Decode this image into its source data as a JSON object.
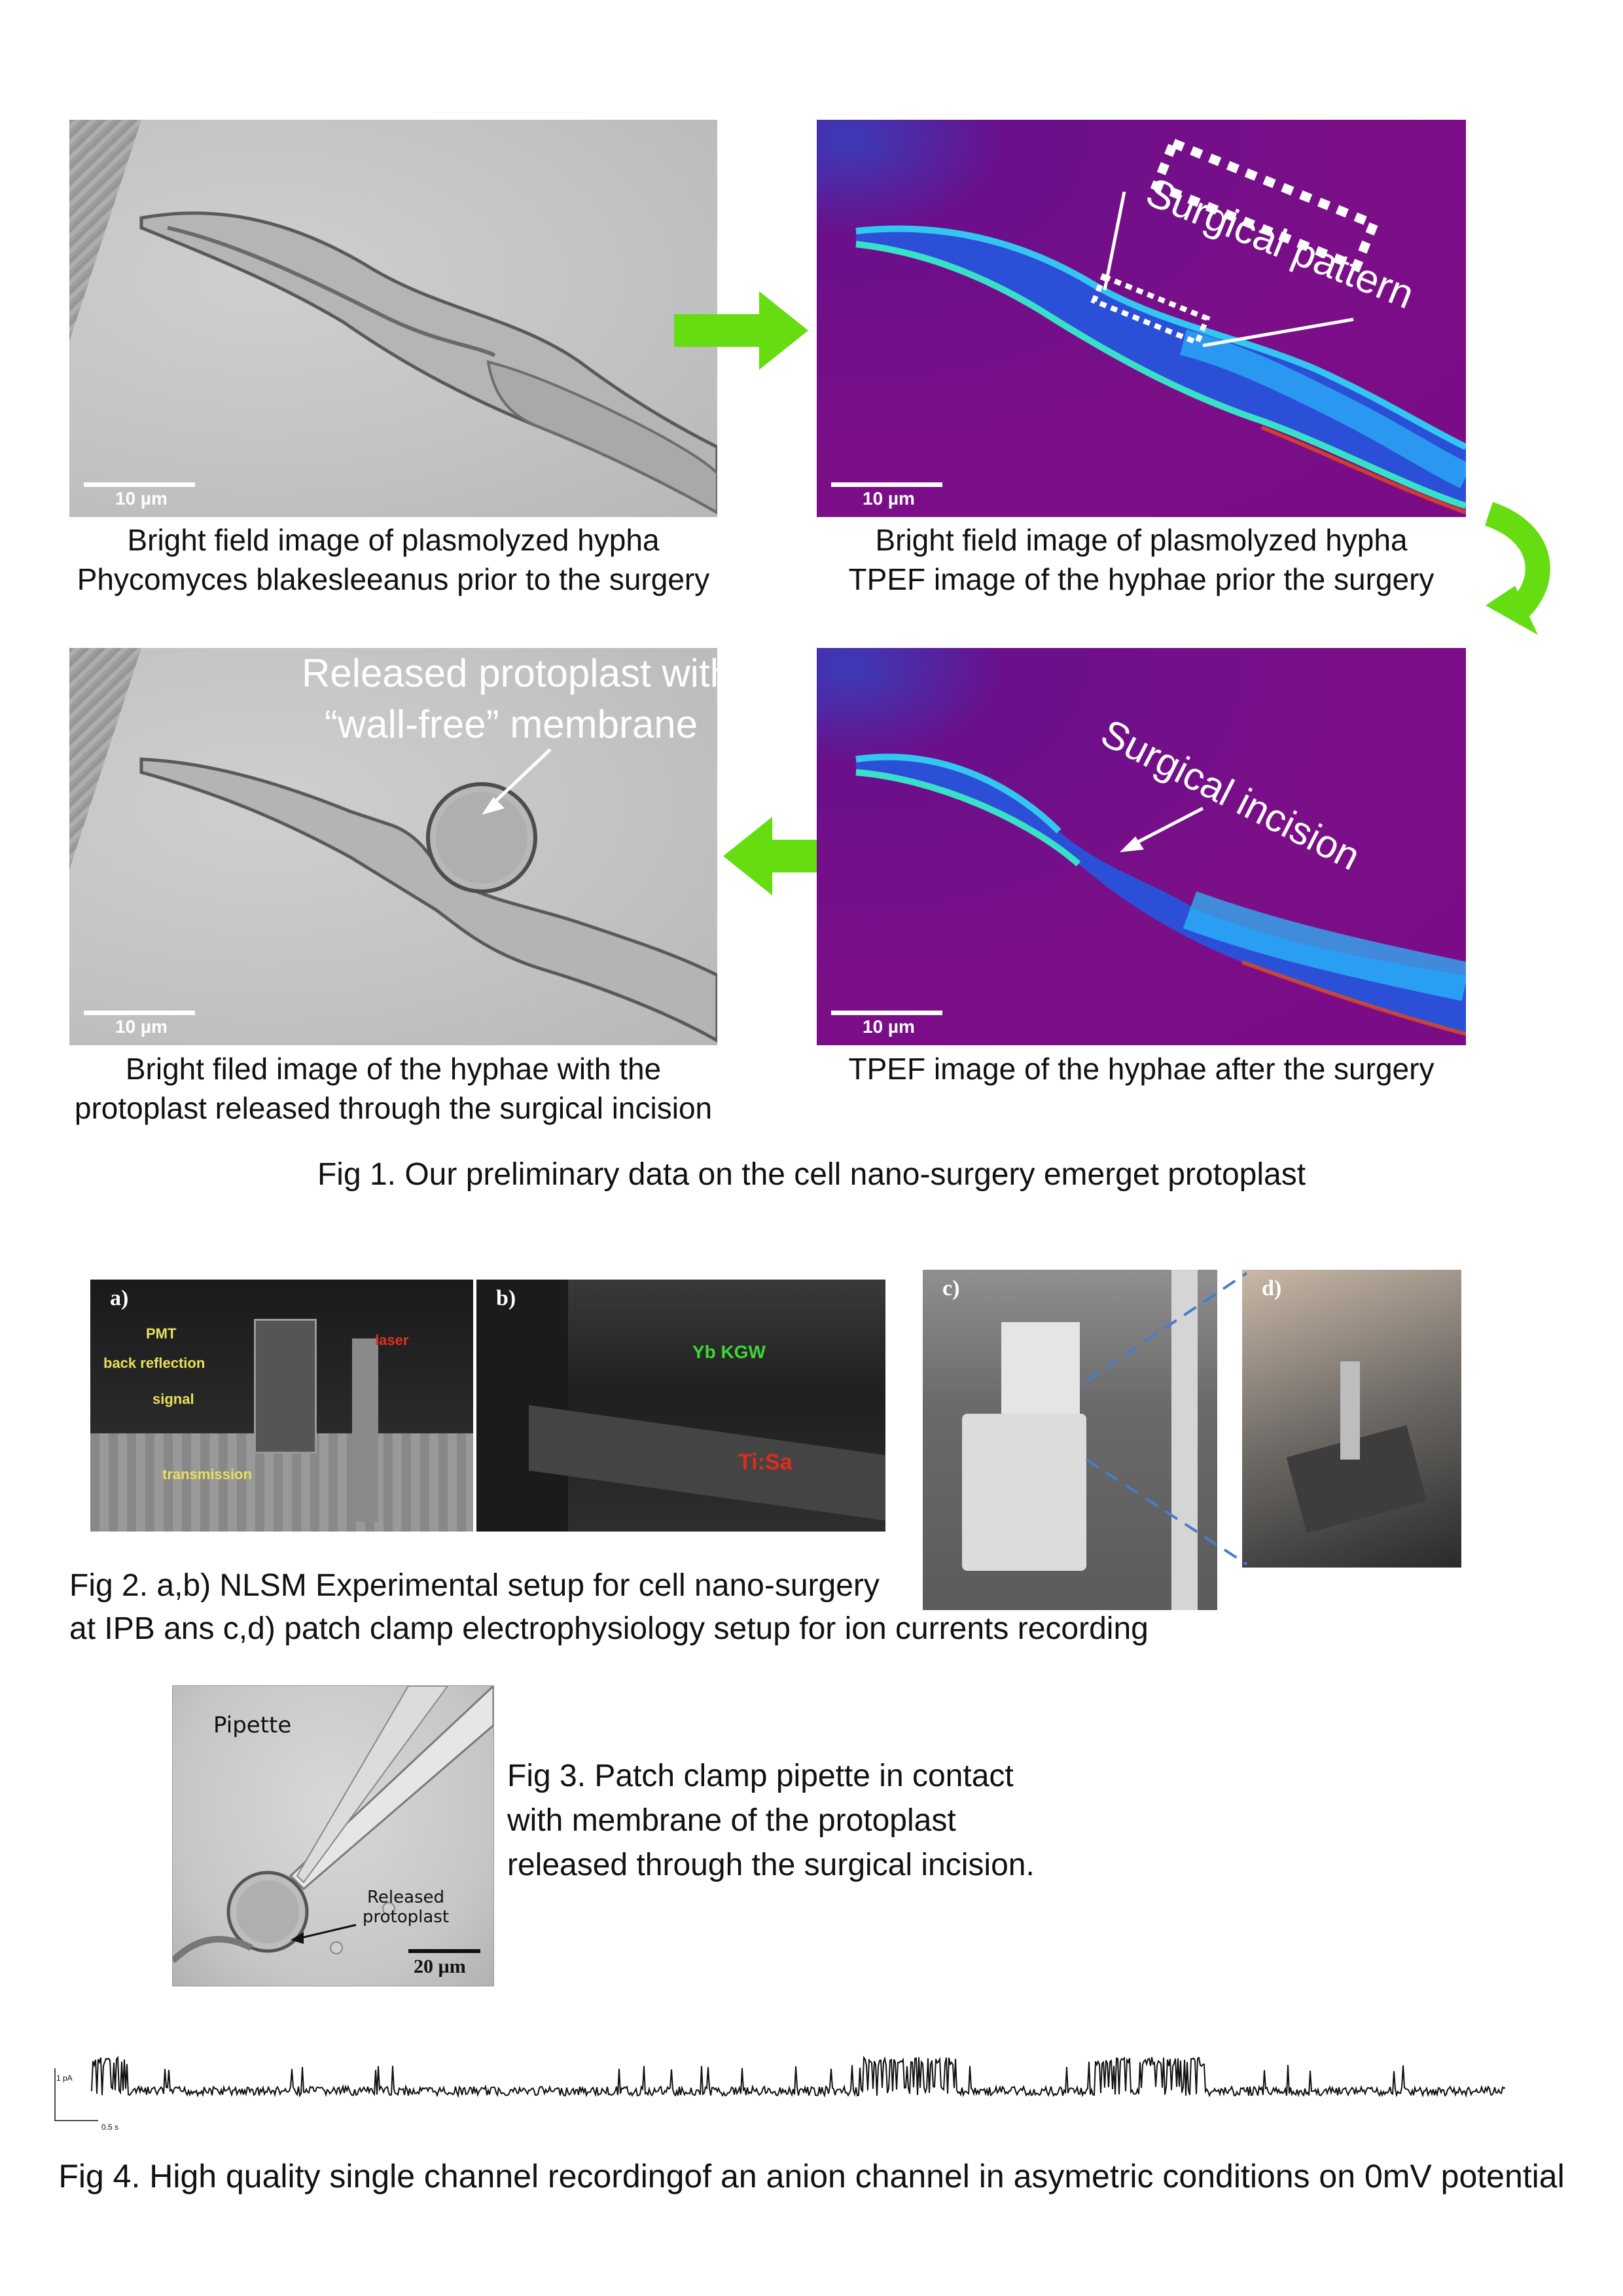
{
  "fig1": {
    "panel_tl": {
      "scale": "10 µm",
      "caption": [
        "Bright field image of plasmolyzed hypha",
        "Phycomyces blakesleeanus prior to the surgery"
      ]
    },
    "panel_tr": {
      "scale": "10 µm",
      "overlay": "Surgical pattern",
      "caption": [
        "Bright field image of plasmolyzed hypha",
        "TPEF image of the hyphae prior the surgery"
      ]
    },
    "panel_bl": {
      "scale": "10 µm",
      "overlay": [
        "Released protoplast with",
        "“wall-free” membrane"
      ],
      "caption": [
        "Bright filed image of the hyphae with the",
        "protoplast released through the surgical incision"
      ]
    },
    "panel_br": {
      "scale": "10 µm",
      "overlay": "Surgical incision",
      "caption": [
        "TPEF image of the hyphae after the surgery"
      ]
    },
    "title": "Fig 1. Our preliminary data on the cell nano-surgery emerget protoplast",
    "arrow_color": "#66dd11"
  },
  "fig2": {
    "labels": [
      "a)",
      "b)",
      "c)",
      "d)"
    ],
    "annotations_a": [
      "PMT",
      "back reflection",
      "signal",
      "transmission",
      "laser"
    ],
    "annotations_b": [
      "Yb KGW",
      "Ti:Sa"
    ],
    "caption": [
      "Fig 2. a,b) NLSM Experimental setup for cell nano-surgery",
      "at IPB ans c,d) patch clamp electrophysiology setup for ion currents recording"
    ]
  },
  "fig3": {
    "pipette_label": "Pipette",
    "protoplast_label": [
      "Released",
      "protoplast"
    ],
    "scale": "20 µm",
    "caption": [
      "Fig 3. Patch clamp pipette in contact",
      "with membrane of the protoplast",
      "released through the surgical incision."
    ]
  },
  "fig4": {
    "scale_y": "1 pA",
    "scale_x": "0.5 s",
    "caption": "Fig 4. High quality single channel recordingof an anion channel in asymetric conditions on 0mV potential"
  }
}
